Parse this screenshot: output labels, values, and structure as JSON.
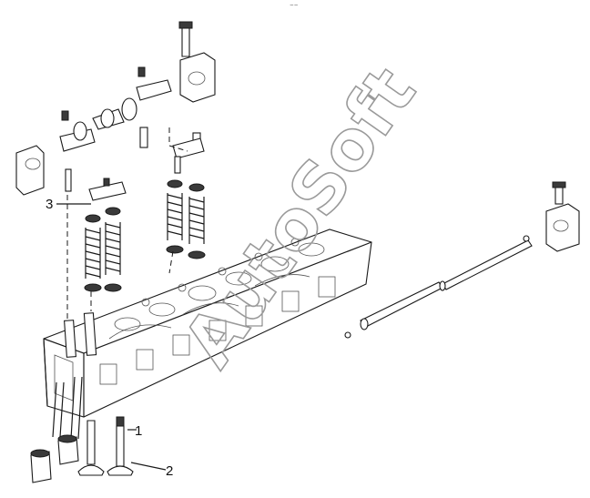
{
  "diagram": {
    "callouts": [
      {
        "id": "1",
        "label": "1"
      },
      {
        "id": "2",
        "label": "2"
      },
      {
        "id": "3",
        "label": "3"
      }
    ],
    "top_mark": "⁻⁻",
    "watermark": "AutoSoft"
  }
}
